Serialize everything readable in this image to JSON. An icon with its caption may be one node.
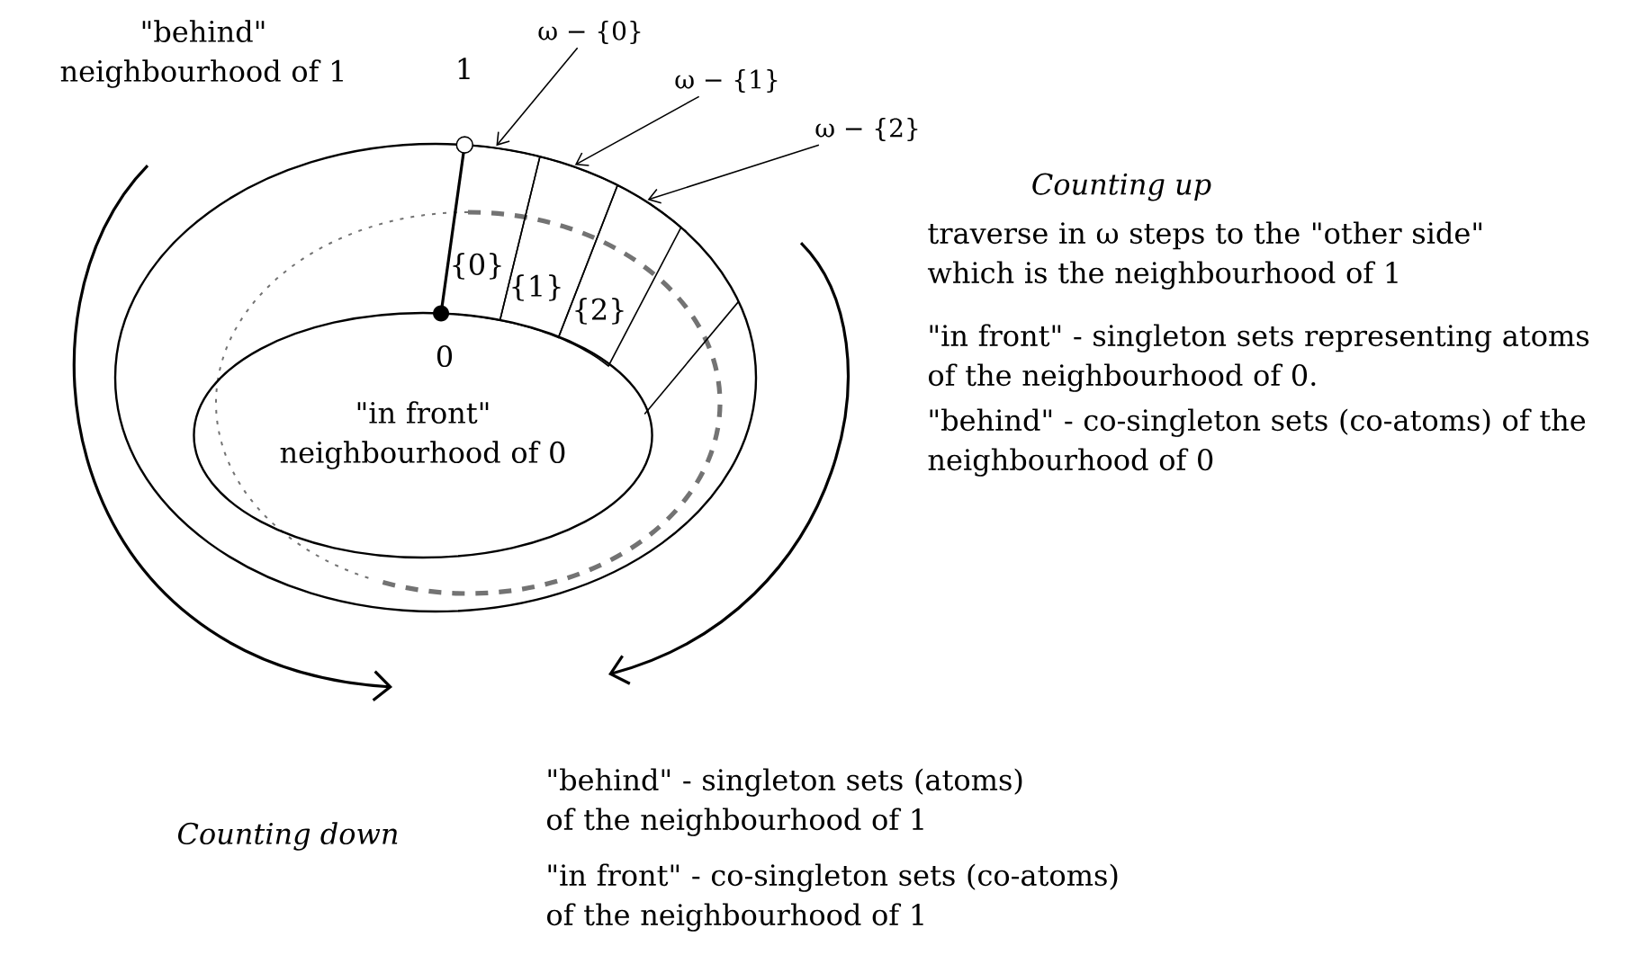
{
  "diagram": {
    "nodes": [
      {
        "text": [],
        "shape": "ellipse"
      },
      {
        "text": [
          "\"in front\" neighbourhood of 0"
        ],
        "in": 0
      },
      {
        "text": [
          "{0}"
        ],
        "in": 0
      },
      {
        "text": [
          "{1}"
        ],
        "in": 0
      },
      {
        "text": [
          "{2}"
        ],
        "in": 0
      },
      {
        "text": [
          "ω − {0}"
        ]
      },
      {
        "text": [
          "ω − {1}"
        ]
      },
      {
        "text": [
          "ω − {2}"
        ]
      }
    ],
    "edges": [
      {
        "from": 5,
        "to": 2,
        "arrow": "to"
      },
      {
        "from": 6,
        "to": 3,
        "arrow": "to"
      },
      {
        "from": 7,
        "to": 4,
        "arrow": "to"
      }
    ],
    "labels": [
      "\"behind\" neighbourhood of 1",
      "1",
      "0",
      "Counting up",
      "traverse in ω steps to the \"other side\" which is the neighbourhood of 1",
      "\"in front\" - singleton sets representing atoms of the neighbourhood of 0.",
      "\"behind\" - co-singleton sets (co-atoms) of the neighbourhood of 0",
      "Counting down",
      "\"behind\" - singleton sets (atoms) of the neighbourhood of 1",
      "\"in front\" - co-singleton sets (co-atoms) of the neighbourhood of 1"
    ]
  }
}
